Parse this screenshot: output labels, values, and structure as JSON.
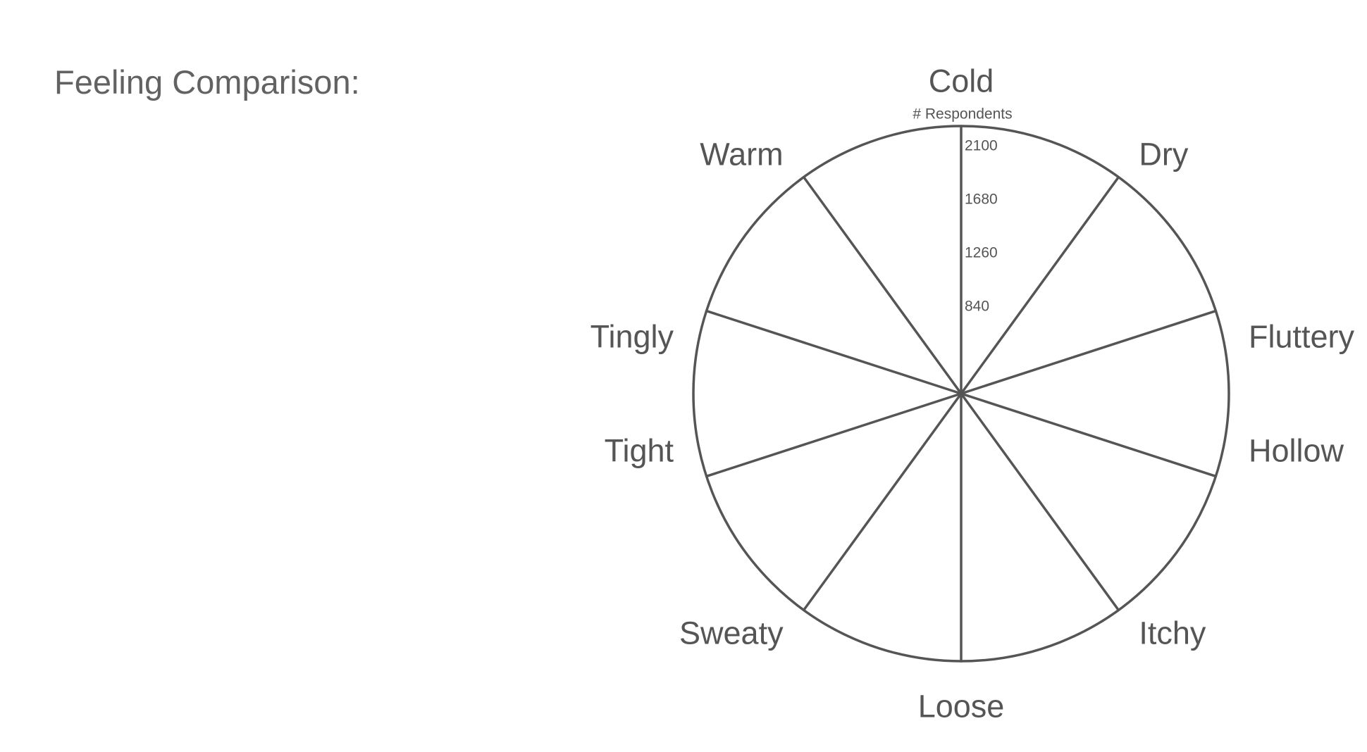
{
  "page": {
    "title": "Feeling Comparison:"
  },
  "chart_data": {
    "type": "radar",
    "title": "",
    "categories": [
      "Cold",
      "Dry",
      "Fluttery",
      "Hollow",
      "Itchy",
      "Loose",
      "Sweaty",
      "Tight",
      "Tingly",
      "Warm"
    ],
    "radial_axis": {
      "label": "# Respondents",
      "ticks": [
        840,
        1260,
        1680,
        2100
      ],
      "max": 2100
    },
    "series": [],
    "grid": true,
    "colors": {
      "lines": "#555555",
      "text": "#555555",
      "title": "#626262",
      "background": "#ffffff"
    }
  }
}
